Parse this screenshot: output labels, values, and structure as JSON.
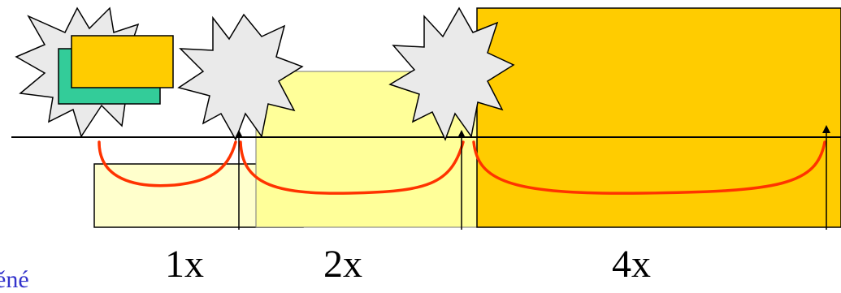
{
  "labels": {
    "scale_1x": "1x",
    "scale_2x": "2x",
    "scale_4x": "4x",
    "corner_text": "ěné"
  },
  "colors": {
    "block_light_yellow": "#ffffcc",
    "block_yellow": "#ffff99",
    "block_gold": "#ffcc00",
    "block_teal": "#33cc99",
    "burst_gray": "#eaeaea",
    "arc_red": "#ff3300",
    "line_black": "#000000",
    "text_blue": "#3333cc"
  }
}
